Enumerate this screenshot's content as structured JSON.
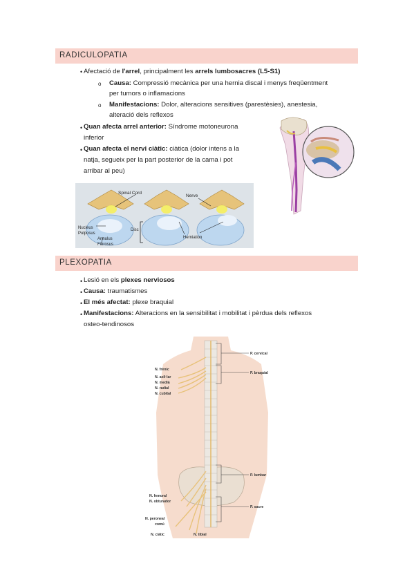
{
  "section1": {
    "title": "RADICULOPATIA",
    "b1": {
      "a": "Afectació de ",
      "b": "l'arrel",
      "c": ", principalment les ",
      "d": "arrels lumbosacres (L5-S1)"
    },
    "s1": {
      "label": "Causa:",
      "t1": " Compressió mecànica per una hernia discal i menys freqüentment",
      "t2": "per tumors o inflamacions"
    },
    "s2": {
      "label": "Manifestacions:",
      "t1": " Dolor, alteracions sensitives (parestèsies), anestesia,",
      "t2": "alteració dels reflexos"
    },
    "b2": {
      "label": "Quan afecta arrel anterior:",
      "t1": " Síndrome motoneurona",
      "t2": "inferior"
    },
    "b3": {
      "label": "Quan afecta el nervi ciàtic:",
      "t1": " ciàtica (dolor intens a la",
      "t2": "natja, segueix per la part posterior de la cama i pot",
      "t3": "arribar al peu)"
    },
    "bullet": "•",
    "subbullet": "o"
  },
  "disc_figure": {
    "labels": {
      "spinal_cord": "Spinal Cord",
      "nerve": "Nerve",
      "nucleus1": "Nucleus",
      "nucleus2": "Pulposus",
      "disc": "Disc",
      "annulus1": "Annulus",
      "annulus2": "Fibrosus",
      "herniation": "Herniation"
    }
  },
  "section2": {
    "title": "PLEXOPATIA",
    "b1": {
      "a": "Lesió en els ",
      "b": "plexes nerviosos"
    },
    "b2": {
      "label": "Causa:",
      "t": " traumatismes"
    },
    "b3": {
      "label": "El més afectat:",
      "t": " plexe braquial"
    },
    "b4": {
      "label": "Manifestacions:",
      "t1": " Alteracions en la sensibilitat i mobilitat i pèrdua dels reflexos",
      "t2": "osteo-tendinosos"
    }
  },
  "plexus_figure": {
    "left_labels": [
      "N. frènic",
      "N. axil·lar",
      "N. medià",
      "N. radial",
      "N. cubital"
    ],
    "right_labels": {
      "cervical": "P. cervical",
      "braquial": "P. braquial",
      "lumbar": "P. lumbar",
      "sacre": "P. sacre"
    },
    "lower_left": [
      "N. femoral",
      "N. obturador"
    ],
    "peroneal1": "N. peroneal",
    "peroneal2": "comú",
    "ciatic": "N. ciàtic",
    "tibial": "N. tibial"
  },
  "colors": {
    "header": "#f9d3cc",
    "nerve": "#e8c27a",
    "skin": "#f6dccd"
  }
}
